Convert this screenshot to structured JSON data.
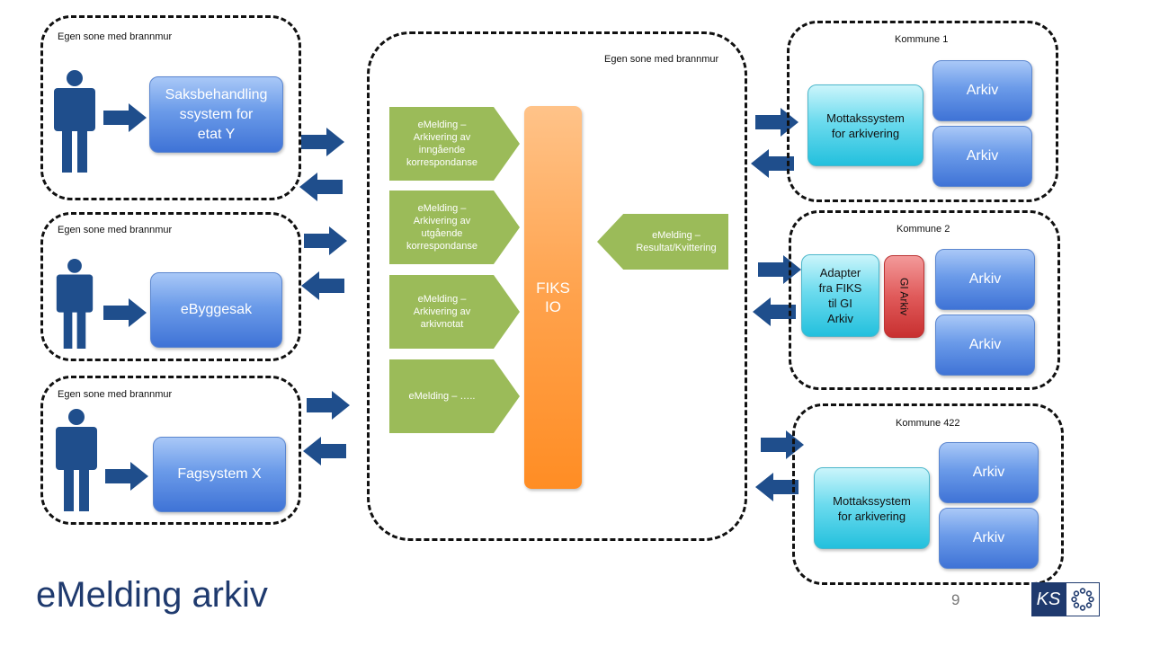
{
  "title": "eMelding arkiv",
  "page_number": "9",
  "logo_text": "KS",
  "zones": {
    "left1": "Egen sone med brannmur",
    "left2": "Egen sone med brannmur",
    "left3": "Egen sone med brannmur",
    "center": "Egen sone med brannmur",
    "k1": "Kommune 1",
    "k2": "Kommune 2",
    "k422": "Kommune 422"
  },
  "systems": {
    "sys1": "Saksbehandling\nssystem for\netat Y",
    "sys2": "eByggesak",
    "sys3": "Fagsystem X"
  },
  "messages": [
    "eMelding –\nArkivering av\ninngående\nkorrespondanse",
    "eMelding –\nArkivering av\nutgående\nkorrespondanse",
    "eMelding –\nArkivering av\narkivnotat",
    "eMelding – ….."
  ],
  "result_message": "eMelding –\nResultat/Kvittering",
  "fiks": "FIKS\nIO",
  "kommune1": {
    "mottak": "Mottakssystem\nfor arkivering",
    "arkiv1": "Arkiv",
    "arkiv2": "Arkiv"
  },
  "kommune2": {
    "adapter": "Adapter\nfra FIKS\ntil GI\nArkiv",
    "gi": "GI Arkiv",
    "arkiv1": "Arkiv",
    "arkiv2": "Arkiv"
  },
  "kommune422": {
    "mottak": "Mottakssystem\nfor arkivering",
    "arkiv1": "Arkiv",
    "arkiv2": "Arkiv"
  },
  "colors": {
    "arrow": "#1f4e8c",
    "person": "#1f4e8c",
    "green": "#9bbb59",
    "title": "#1f3a6e"
  }
}
